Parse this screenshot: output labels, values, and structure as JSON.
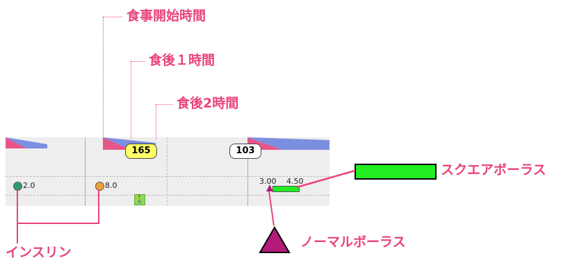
{
  "annotations": {
    "meal_start": "食事開始時間",
    "after_1h": "食後１時間",
    "after_2h": "食後2時間",
    "square_bolus": "スクエアボーラス",
    "normal_bolus": "ノーマルボーラス",
    "insulin": "インスリン"
  },
  "glucose_readings": [
    {
      "value": "165",
      "color": "#ffff66"
    },
    {
      "value": "103",
      "color": "#ffffff"
    }
  ],
  "insulin_doses": [
    {
      "value": "2.0",
      "color": "#2e9c6e"
    },
    {
      "value": "8.0",
      "color": "#f0a030"
    }
  ],
  "bolus": {
    "normal_value": "3.00",
    "square_value": "4.50",
    "square_color": "#22ee22",
    "normal_color": "#b5197a"
  },
  "colors": {
    "accent": "#e8437a",
    "meal_marker_pink": "#e8558a",
    "meal_marker_blue": "#7b8fe0",
    "timeline_bg": "#eeeeee"
  },
  "icons": {
    "exercise": "walking-person-icon"
  }
}
